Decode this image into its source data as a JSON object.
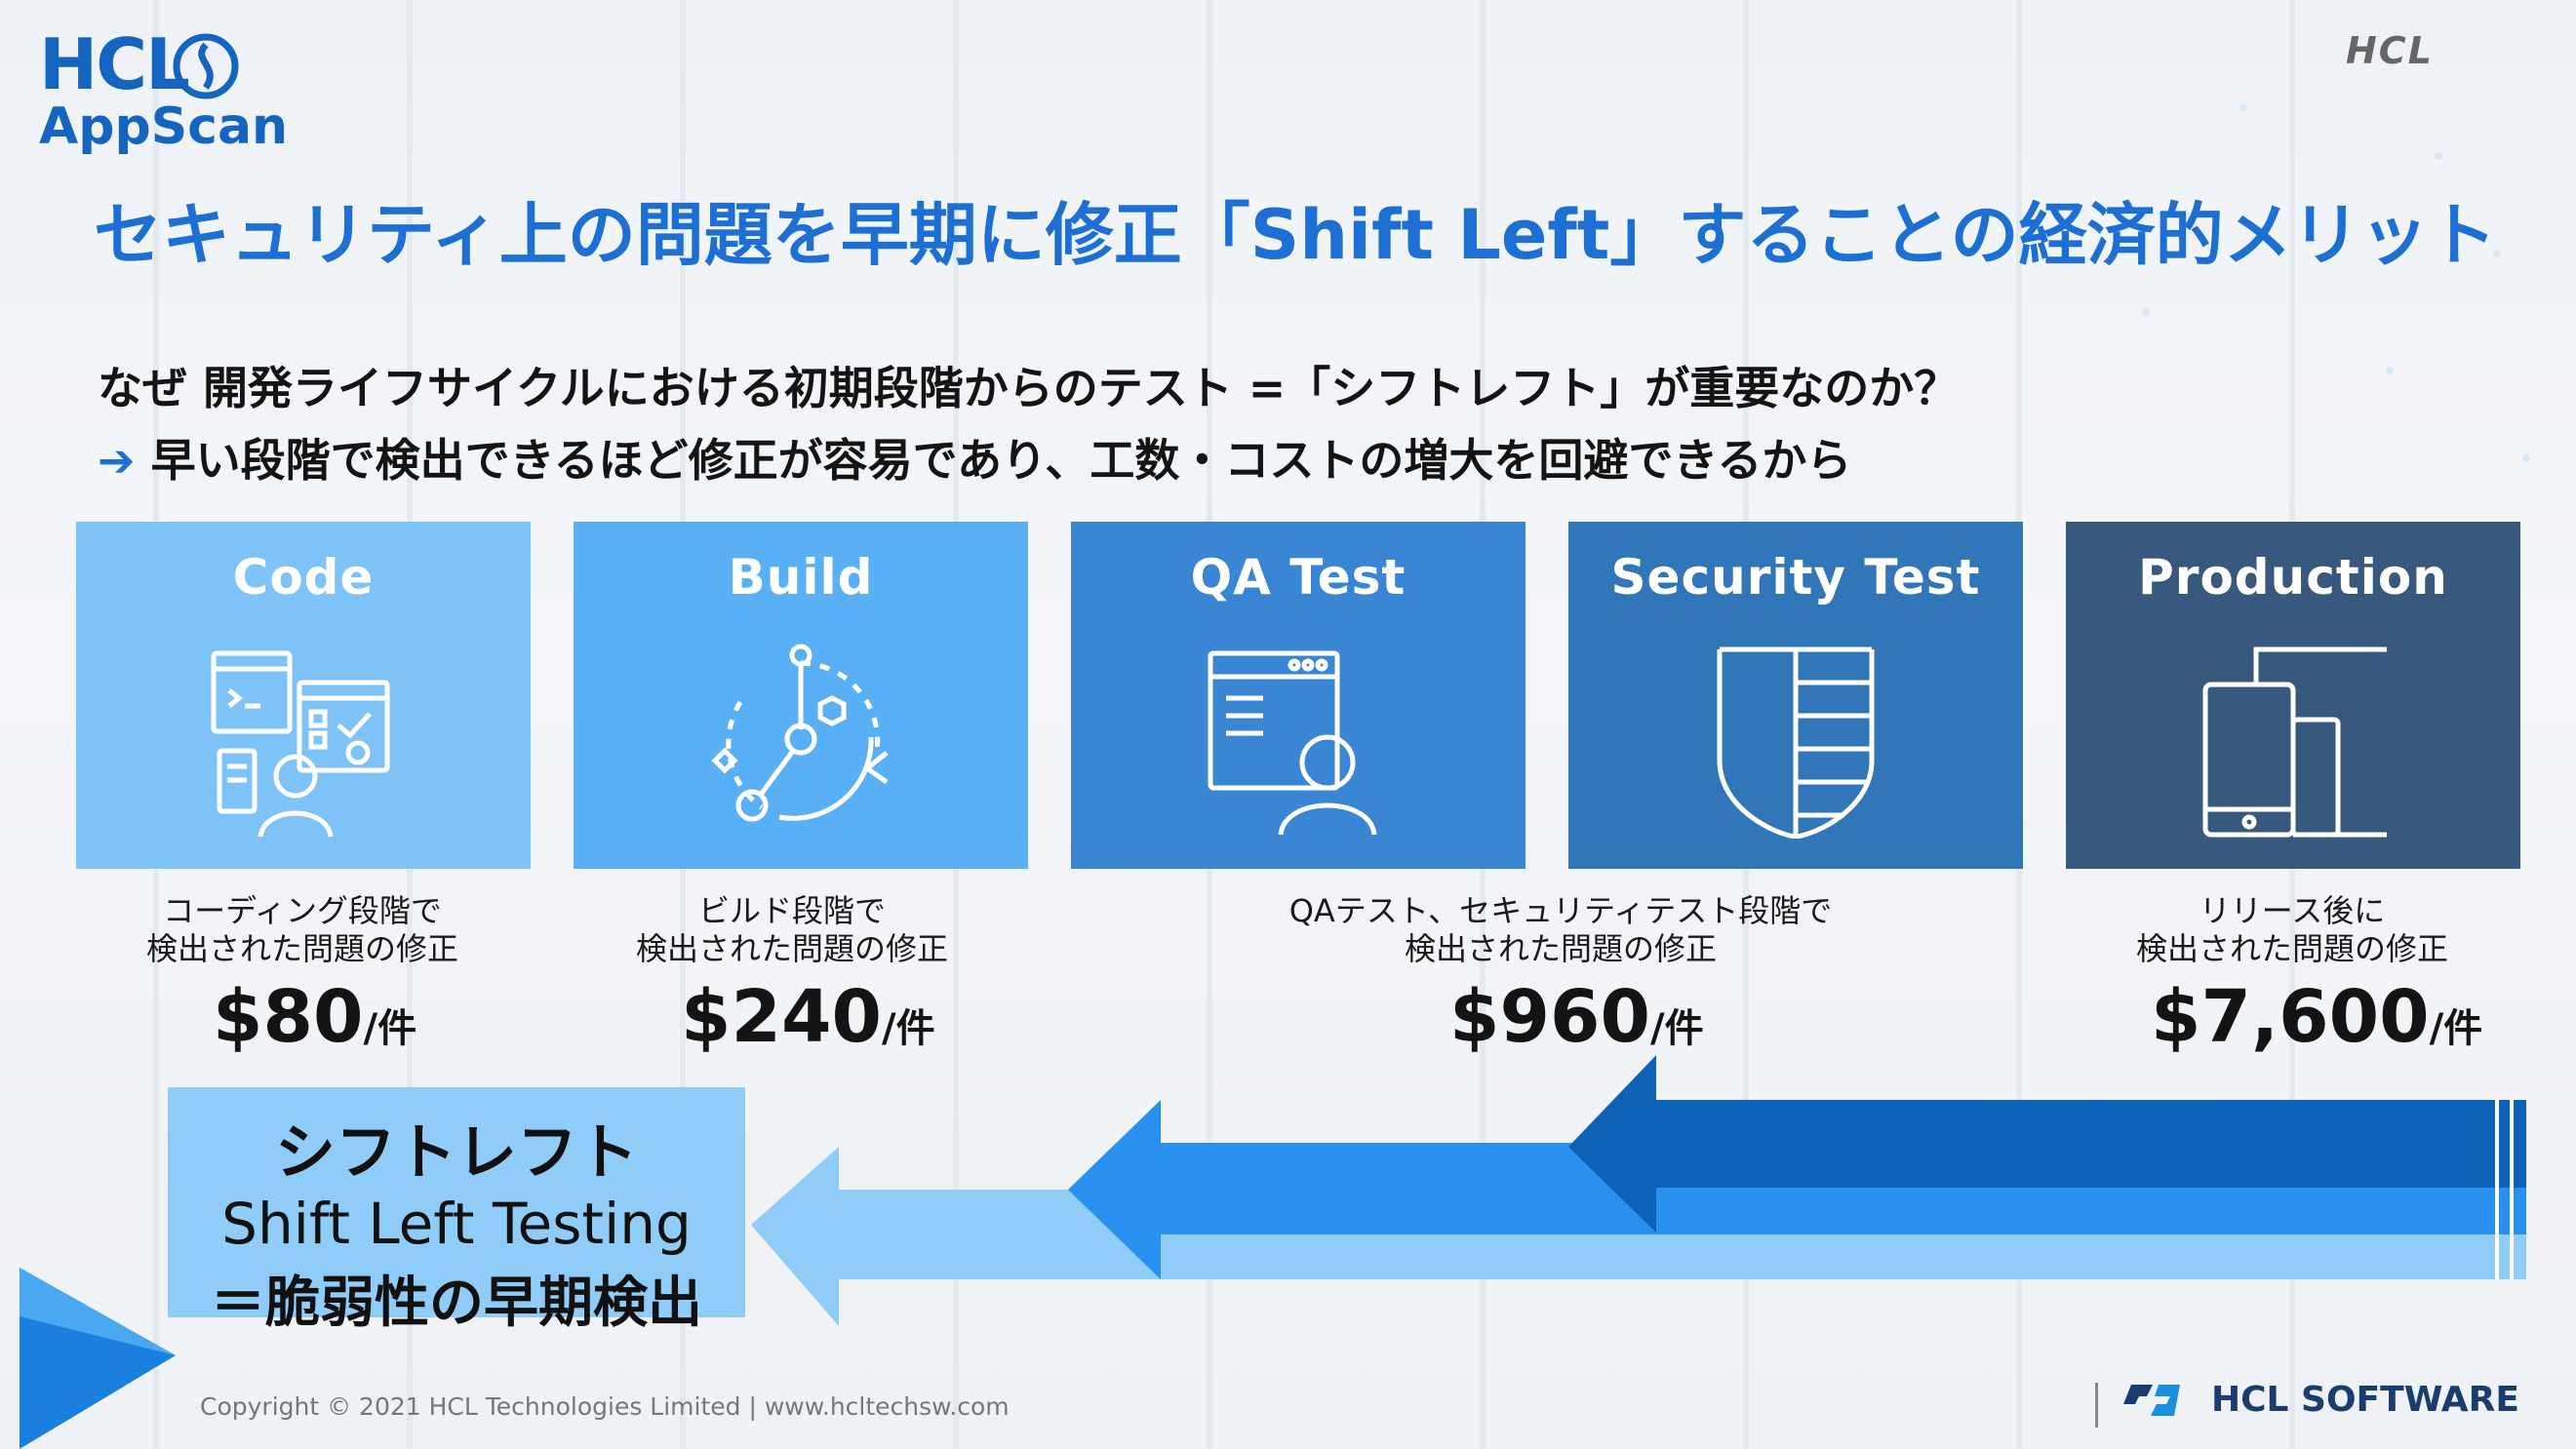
{
  "logo": {
    "line1": "HCL",
    "line2": "AppScan"
  },
  "corner_brand": "HCL",
  "title": "セキュリティ上の問題を早期に修正「Shift Left」することの経済的メリット",
  "question": "なぜ 開発ライフサイクルにおける初期段階からのテスト =「シフトレフト」が重要なのか？",
  "answer": {
    "arrow": "➔",
    "text": "早い段階で検出できるほど修正が容易であり、工数・コストの増大を回避できるから"
  },
  "stages": [
    {
      "label": "Code",
      "icon": "developer-screen-icon",
      "color": "#7dc3f7"
    },
    {
      "label": "Build",
      "icon": "build-orbit-icon",
      "color": "#5ab0f5"
    },
    {
      "label": "QA Test",
      "icon": "browser-user-icon",
      "color": "#3a86d4"
    },
    {
      "label": "Security Test",
      "icon": "shield-icon",
      "color": "#3276ba"
    },
    {
      "label": "Production",
      "icon": "devices-icon",
      "color": "#36597d"
    }
  ],
  "costs": [
    {
      "desc1": "コーディング段階で",
      "desc2": "検出された問題の修正",
      "amount": "$80",
      "unit": "/件"
    },
    {
      "desc1": "ビルド段階で",
      "desc2": "検出された問題の修正",
      "amount": "$240",
      "unit": "/件"
    },
    {
      "desc1": "QAテスト、セキュリティテスト段階で",
      "desc2": "検出された問題の修正",
      "amount": "$960",
      "unit": "/件"
    },
    {
      "desc1": "リリース後に",
      "desc2": "検出された問題の修正",
      "amount": "$7,600",
      "unit": "/件"
    }
  ],
  "shift_left": {
    "line1": "シフトレフト",
    "line2": "Shift Left Testing",
    "line3": "＝脆弱性の早期検出"
  },
  "footer": {
    "copyright": "Copyright © 2021 HCL Technologies Limited  |  www.hcltechsw.com",
    "brand": "HCL SOFTWARE"
  }
}
